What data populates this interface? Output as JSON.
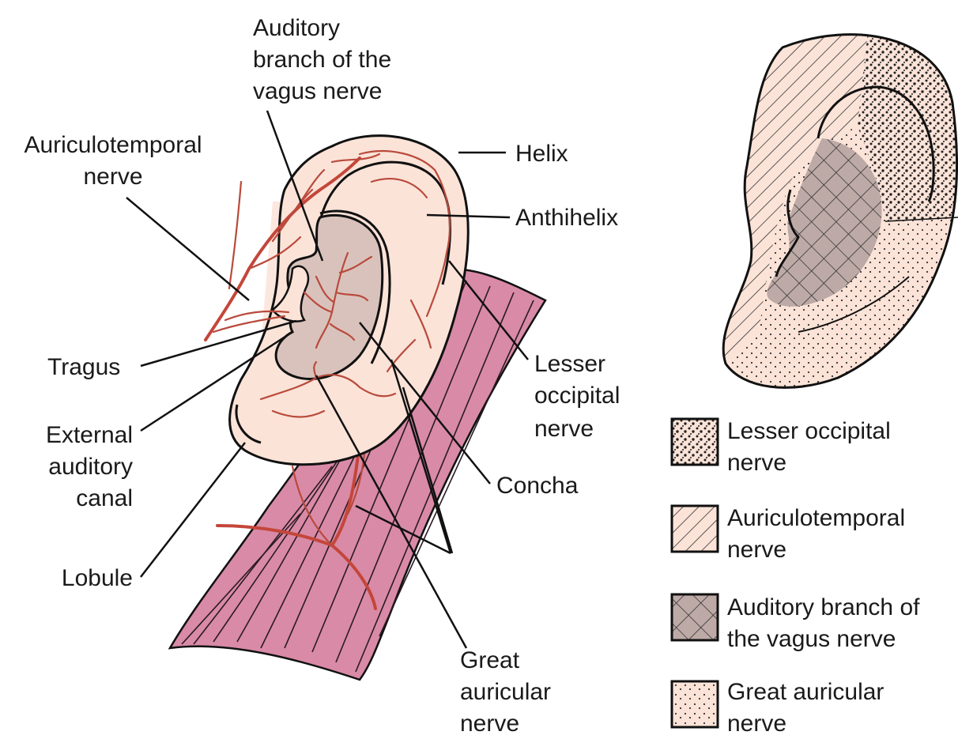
{
  "labels": {
    "auditory_branch": [
      "Auditory",
      "branch of the",
      "vagus nerve"
    ],
    "auriculotemporal": [
      "Auriculotemporal",
      "nerve"
    ],
    "helix": [
      "Helix"
    ],
    "anthihelix": [
      "Anthihelix"
    ],
    "tragus": [
      "Tragus"
    ],
    "external_canal": [
      "External",
      "auditory",
      "canal"
    ],
    "lesser_occipital": [
      "Lesser",
      "occipital",
      "nerve"
    ],
    "concha": [
      "Concha"
    ],
    "lobule": [
      "Lobule"
    ],
    "great_auricular": [
      "Great",
      "auricular",
      "nerve"
    ]
  },
  "legend": [
    {
      "key": "lesser-occipital",
      "lines": [
        "Lesser occipital",
        "nerve"
      ]
    },
    {
      "key": "auriculotemporal",
      "lines": [
        "Auriculotemporal",
        "nerve"
      ]
    },
    {
      "key": "auditory-vagus",
      "lines": [
        "Auditory branch of",
        "the vagus nerve"
      ]
    },
    {
      "key": "great-auricular",
      "lines": [
        "Great auricular",
        "nerve"
      ]
    }
  ],
  "colors": {
    "skin": "#fbe3d8",
    "muscle": "#d98aa6",
    "concha": "#d9c2bc",
    "nerve": "#c4463a",
    "vagus_fill": "#bdaaa6"
  }
}
